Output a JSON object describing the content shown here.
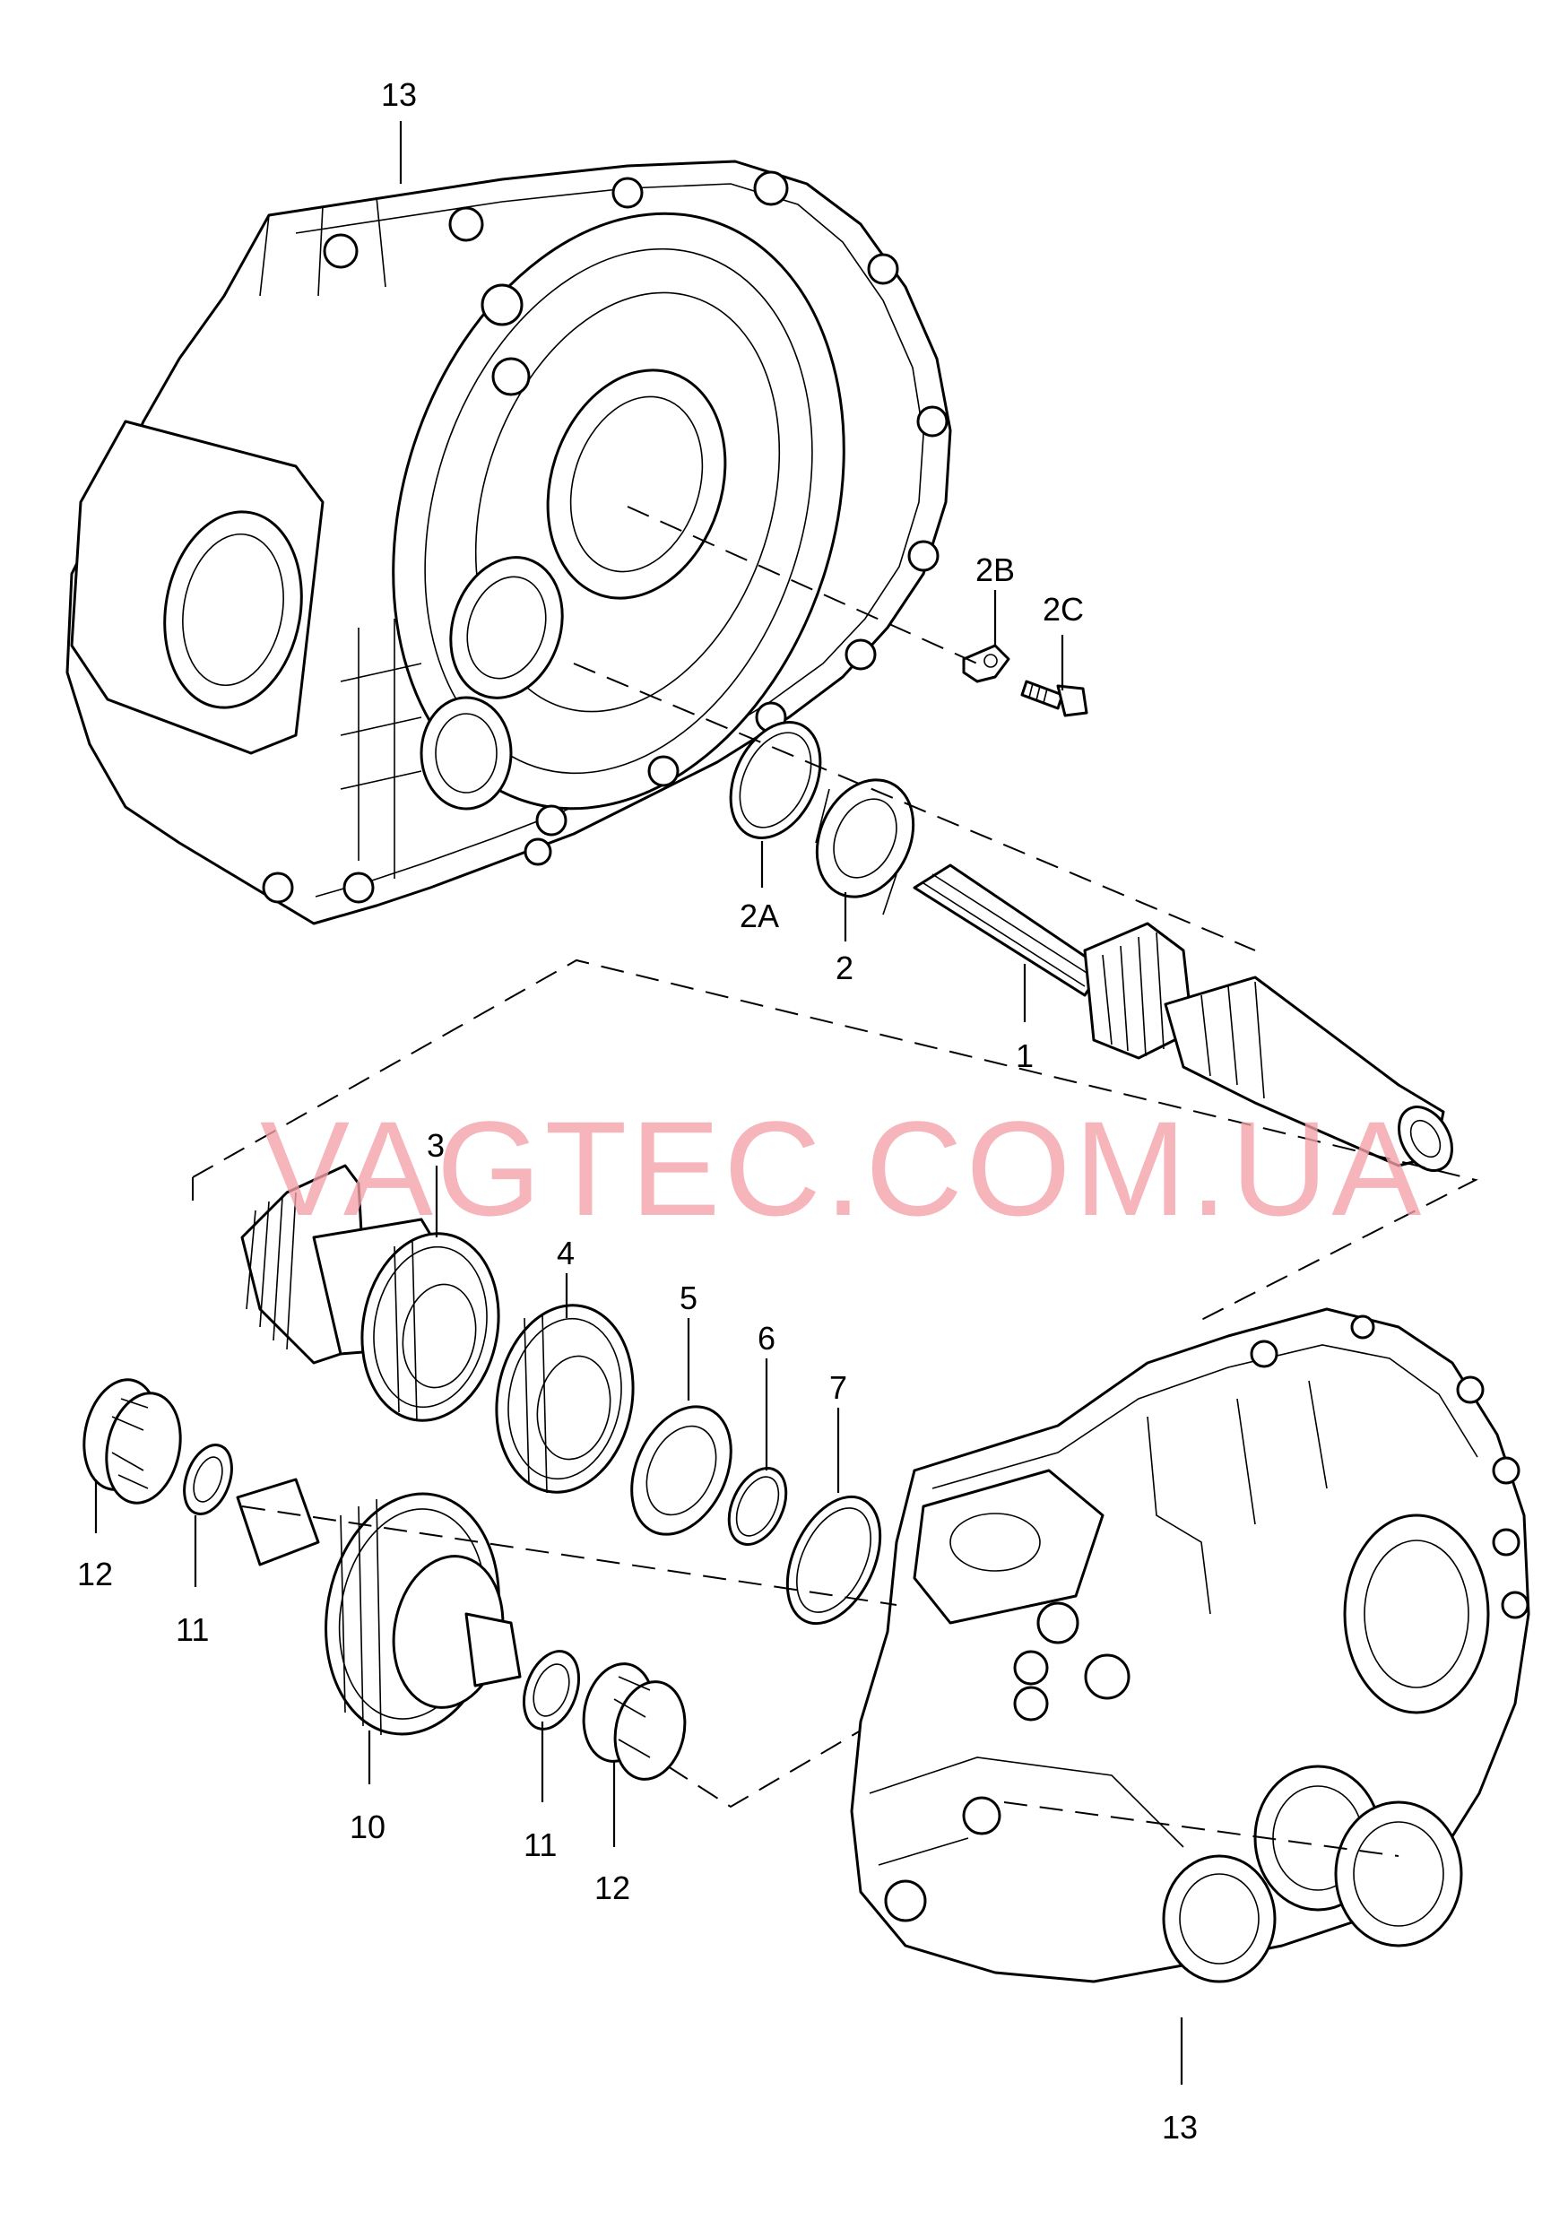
{
  "watermark": "VAGTEC.COM.UA",
  "callouts": {
    "c13_top": "13",
    "c2B": "2B",
    "c2C": "2C",
    "c2A": "2A",
    "c2": "2",
    "c1": "1",
    "c3": "3",
    "c4": "4",
    "c5": "5",
    "c6": "6",
    "c7": "7",
    "c12_left": "12",
    "c11_left": "11",
    "c10": "10",
    "c11_right": "11",
    "c12_right": "12",
    "c13_bottom": "13"
  },
  "colors": {
    "line": "#000000",
    "watermark": "#f2a0a6",
    "background": "#ffffff"
  }
}
